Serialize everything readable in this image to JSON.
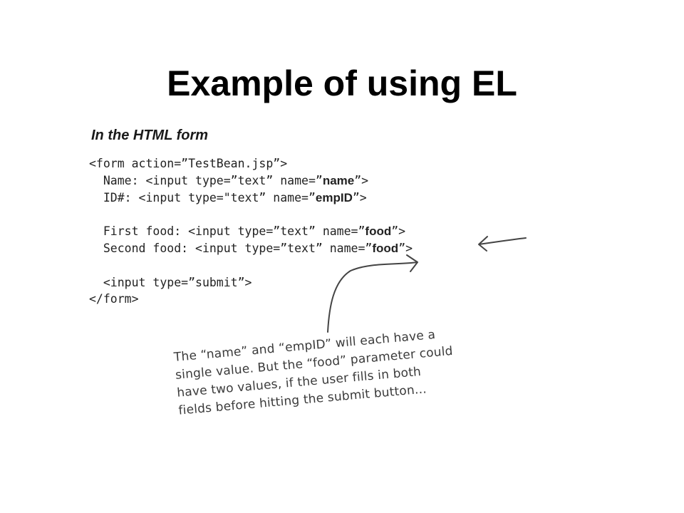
{
  "slide": {
    "title": "Example of using EL"
  },
  "figure": {
    "heading": "In the HTML form",
    "code_lines": [
      [
        {
          "text": "<form action=”TestBean.jsp”>"
        }
      ],
      [
        {
          "text": "  Name: <input type=”text” name=”"
        },
        {
          "text": "name",
          "bold": true
        },
        {
          "text": "”>"
        }
      ],
      [
        {
          "text": "  ID#: <input type=\"text” name=”"
        },
        {
          "text": "empID",
          "bold": true
        },
        {
          "text": "”>"
        }
      ],
      [
        {
          "text": ""
        }
      ],
      [
        {
          "text": "  First food: <input type=”text” name=”"
        },
        {
          "text": "food",
          "bold": true
        },
        {
          "text": "”>"
        }
      ],
      [
        {
          "text": "  Second food: <input type=”text” name=”"
        },
        {
          "text": "food",
          "bold": true
        },
        {
          "text": "”>"
        }
      ],
      [
        {
          "text": ""
        }
      ],
      [
        {
          "text": "  <input type=”submit”>"
        }
      ],
      [
        {
          "text": "</form>"
        }
      ]
    ],
    "annotation_lines": [
      "The “name” and “empID” will each have a",
      "single value. But the “food” parameter could",
      "have two values, if the user fills in both",
      "fields before hitting the submit button..."
    ]
  },
  "colors": {
    "text": "#000000",
    "code": "#222222",
    "annotation": "#3a3a3a",
    "arrow": "#444444"
  }
}
